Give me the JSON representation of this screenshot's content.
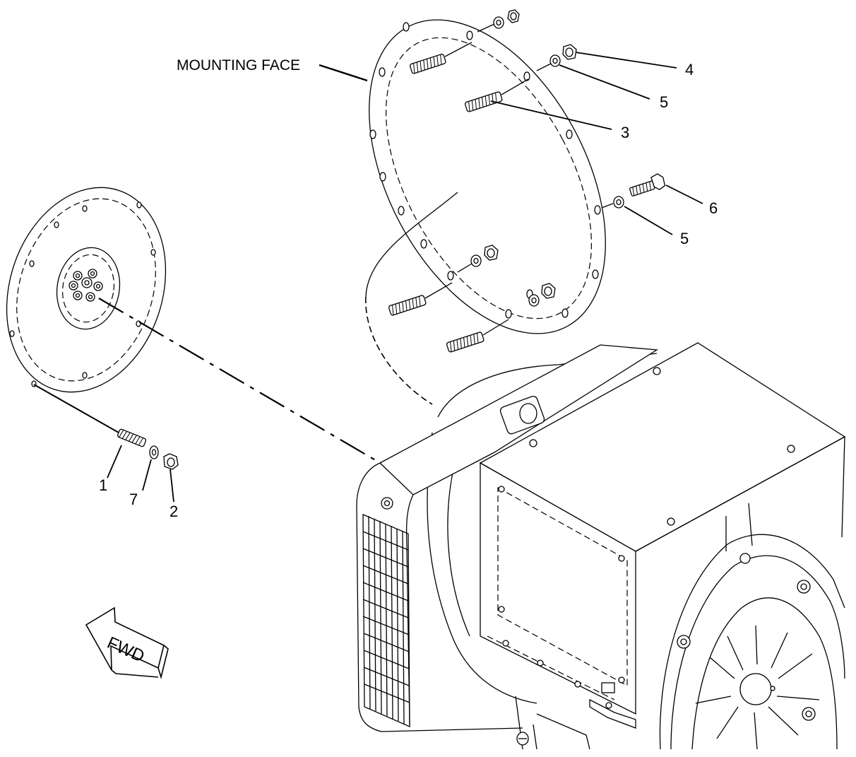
{
  "labels": {
    "mounting_face": "MOUNTING FACE",
    "fwd": "FWD"
  },
  "callouts": [
    {
      "id": "1",
      "text": "1"
    },
    {
      "id": "2",
      "text": "2"
    },
    {
      "id": "3",
      "text": "3"
    },
    {
      "id": "4",
      "text": "4"
    },
    {
      "id": "5a",
      "text": "5"
    },
    {
      "id": "5b",
      "text": "5"
    },
    {
      "id": "6",
      "text": "6"
    },
    {
      "id": "7",
      "text": "7"
    }
  ]
}
